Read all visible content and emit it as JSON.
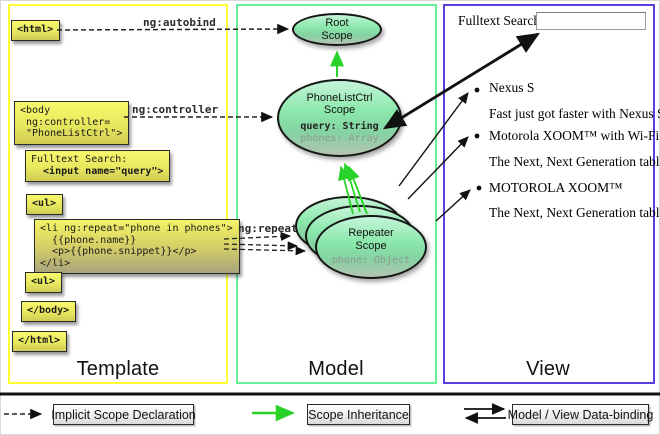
{
  "template": {
    "label": "Template",
    "code": {
      "html_open": "<html>",
      "body_open": "<body\n ng:controller=\n \"PhoneListCtrl\">",
      "fulltext_line1": "Fulltext Search:",
      "fulltext_line2": "  <input name=\"query\">",
      "ul_open": "<ul>",
      "li_repeat": "<li ng:repeat=\"phone in phones\">\n  {{phone.name}}\n  <p>{{phone.snippet}}</p>\n</li>",
      "ul_close": "<ul>",
      "body_close": "</body>",
      "html_close": "</html>"
    }
  },
  "model": {
    "label": "Model",
    "root_scope_title": "Root\nScope",
    "phonelist": {
      "title": "PhoneListCtrl\nScope",
      "query": "query: String",
      "phones": "phones: Array"
    },
    "repeater": {
      "title": "Repeater\nScope",
      "phone": "phone: Object"
    }
  },
  "view": {
    "label": "View",
    "search_label": "Fulltext Search:",
    "search_value": "",
    "items": [
      {
        "title": "Nexus S",
        "desc": "Fast just got faster with Nexus S."
      },
      {
        "title": "Motorola XOOM™  with Wi-Fi",
        "desc": "The Next, Next Generation tablet."
      },
      {
        "title": "MOTOROLA XOOM™",
        "desc": "The Next, Next Generation tablet."
      }
    ]
  },
  "arrow_labels": {
    "autobind": "ng:autobind",
    "controller": "ng:controller",
    "repeat": "ng:repeat"
  },
  "legend": {
    "implicit": "Implicit Scope Declaration",
    "inheritance": "Scope Inheritance",
    "binding": "Model / View Data-binding"
  },
  "colors": {
    "template_border": "#ffff33",
    "model_border": "#66ee99",
    "view_border": "#5b3ede",
    "inheritance_green": "#28d228",
    "code_box_yellow": "#f9f96e",
    "scope_green": "#8ae8ab"
  }
}
